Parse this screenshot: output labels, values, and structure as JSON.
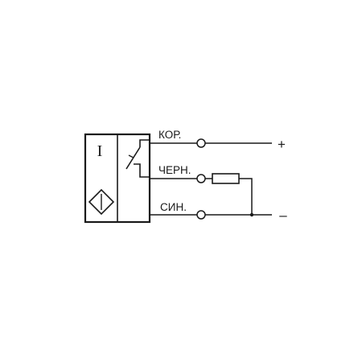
{
  "sensor": {
    "function_symbol": "I"
  },
  "wires": [
    {
      "id": "brown",
      "label": "КОР.",
      "polarity": "+"
    },
    {
      "id": "black",
      "label": "ЧЕРН.",
      "polarity": ""
    },
    {
      "id": "blue",
      "label": "СИН.",
      "polarity": "–"
    }
  ],
  "colors": {
    "line": "#1a1a1a",
    "background": "#ffffff"
  }
}
